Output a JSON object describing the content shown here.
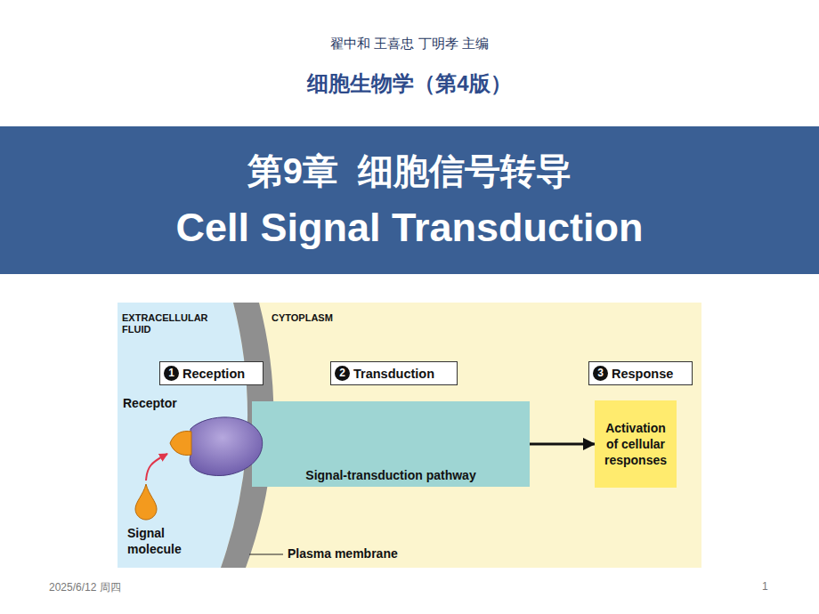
{
  "diagram": {
    "title": "细胞生物学（第4版）",
    "nodes": [
      {
        "text": [
          "第9章  细胞信号转导",
          "Cell Signal Transduction"
        ]
      },
      {
        "text": [
          "Reception"
        ]
      },
      {
        "text": [
          "Transduction"
        ]
      },
      {
        "text": [
          "Response"
        ]
      },
      {
        "text": [
          "Receptor"
        ]
      },
      {
        "text": [
          "Signal-transduction pathway"
        ]
      },
      {
        "text": [
          "Activation of cellular responses"
        ]
      },
      {
        "text": [
          "Signal molecule"
        ]
      }
    ],
    "edges": [
      {
        "from": 7,
        "to": 4,
        "arrow": "to"
      },
      {
        "from": 5,
        "to": 6,
        "arrow": "to"
      }
    ],
    "labels": [
      "翟中和 王喜忠 丁明孝 主编",
      "EXTRACELLULAR FLUID",
      "CYTOPLASM",
      "1",
      "2",
      "3",
      "Plasma membrane",
      "2025/6/12 周四",
      "1"
    ]
  }
}
